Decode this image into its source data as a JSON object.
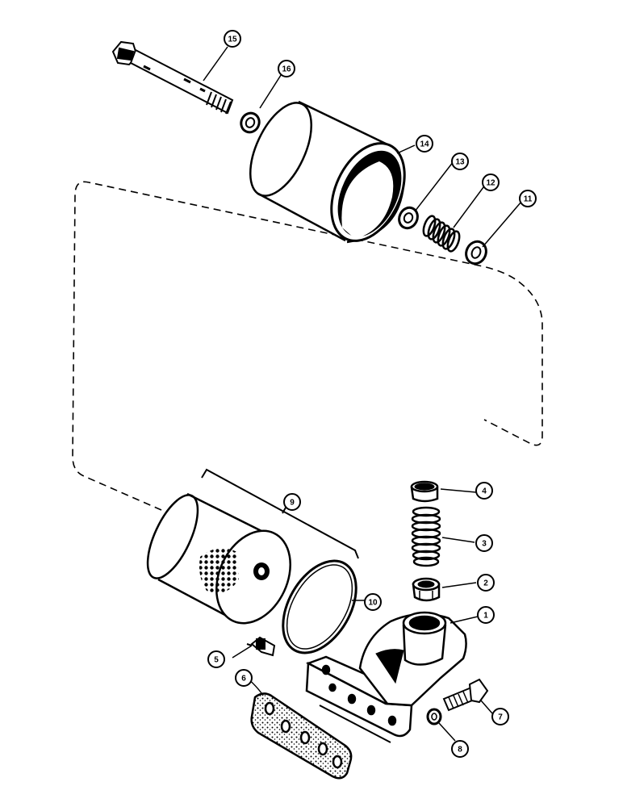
{
  "diagram": {
    "type": "exploded-parts-view",
    "subject": "oil filter assembly",
    "ink_color": "#000000",
    "paper_color": "#ffffff",
    "callouts": [
      {
        "id": "1",
        "part": "filter base"
      },
      {
        "id": "2",
        "part": "valve seat"
      },
      {
        "id": "3",
        "part": "spring"
      },
      {
        "id": "4",
        "part": "cap"
      },
      {
        "id": "5",
        "part": "fitting"
      },
      {
        "id": "6",
        "part": "gasket"
      },
      {
        "id": "7",
        "part": "bolt"
      },
      {
        "id": "8",
        "part": "washer"
      },
      {
        "id": "9",
        "part": "filter element kit"
      },
      {
        "id": "10",
        "part": "seal ring"
      },
      {
        "id": "11",
        "part": "washer"
      },
      {
        "id": "12",
        "part": "spring"
      },
      {
        "id": "13",
        "part": "washer"
      },
      {
        "id": "14",
        "part": "filter shell"
      },
      {
        "id": "15",
        "part": "center bolt"
      },
      {
        "id": "16",
        "part": "washer"
      }
    ]
  }
}
